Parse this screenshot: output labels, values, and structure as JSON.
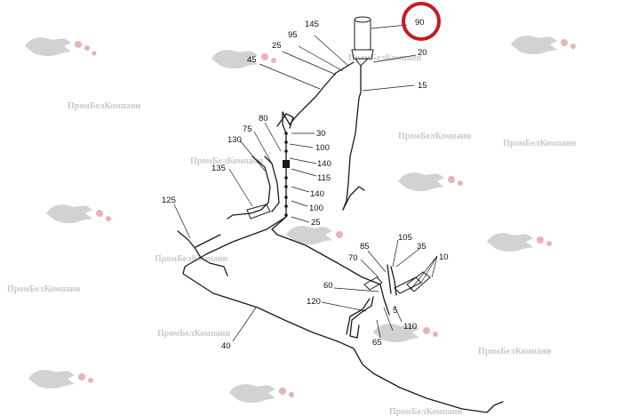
{
  "watermark": {
    "text": "ПромБелКомпани",
    "logo_icon": "logo-horse-icon"
  },
  "highlight": {
    "part": "90",
    "color": "#c8191f"
  },
  "labels": [
    "145",
    "95",
    "25",
    "45",
    "20",
    "15",
    "80",
    "30",
    "75",
    "100",
    "130",
    "140",
    "135",
    "115",
    "140",
    "125",
    "100",
    "25",
    "105",
    "85",
    "35",
    "70",
    "10",
    "60",
    "120",
    "5",
    "110",
    "65",
    "40"
  ]
}
